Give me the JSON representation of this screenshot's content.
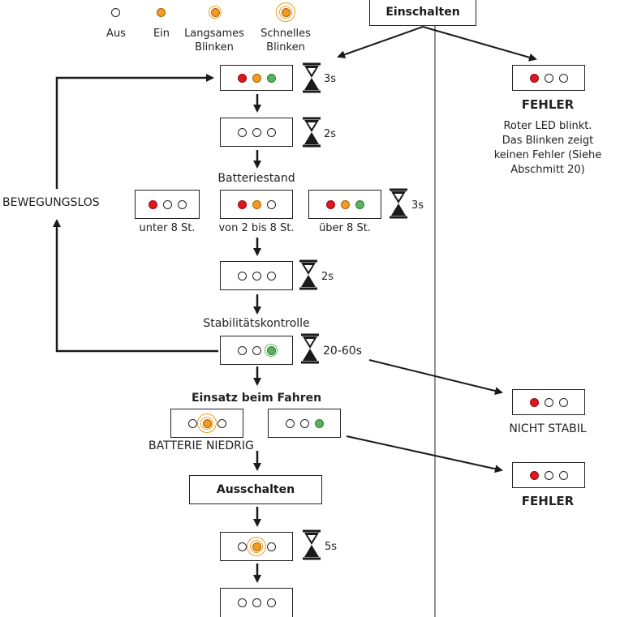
{
  "legend": {
    "off": "Aus",
    "on": "Ein",
    "slow_blink_1": "Langsames",
    "slow_blink_2": "Blinken",
    "fast_blink_1": "Schnelles",
    "fast_blink_2": "Blinken"
  },
  "steps": {
    "power_on": "Einschalten",
    "timer_3s": "3s",
    "timer_2s_a": "2s",
    "battery_title": "Batteriestand",
    "battery_low": "unter 8 St.",
    "battery_mid": "von 2 bis 8 St.",
    "battery_high": "über 8 St.",
    "timer_3s_b": "3s",
    "timer_2s_b": "2s",
    "stability_title": "Stabilitätskontrolle",
    "timer_stability": "20-60s",
    "driving_title": "Einsatz beim Fahren",
    "battery_low_warning": "BATTERIE NIEDRIG",
    "power_off": "Ausschalten",
    "timer_5s": "5s"
  },
  "motionless": "BEWEGUNGSLOS",
  "error_panel": {
    "title": "FEHLER",
    "desc_1": "Roter LED blinkt.",
    "desc_2": "Das Blinken zeigt",
    "desc_3": "keinen Fehler (Siehe",
    "desc_4": "Abschmitt 20)"
  },
  "not_stable": "NICHT STABIL",
  "error_2": "FEHLER",
  "colors": {
    "red": "#e0161f",
    "orange": "#f39b1c",
    "green": "#57b35a",
    "line": "#1a1a1a"
  },
  "icons": [
    "hourglass-icon",
    "arrow-down-icon",
    "led-off",
    "led-red",
    "led-orange",
    "led-green"
  ]
}
